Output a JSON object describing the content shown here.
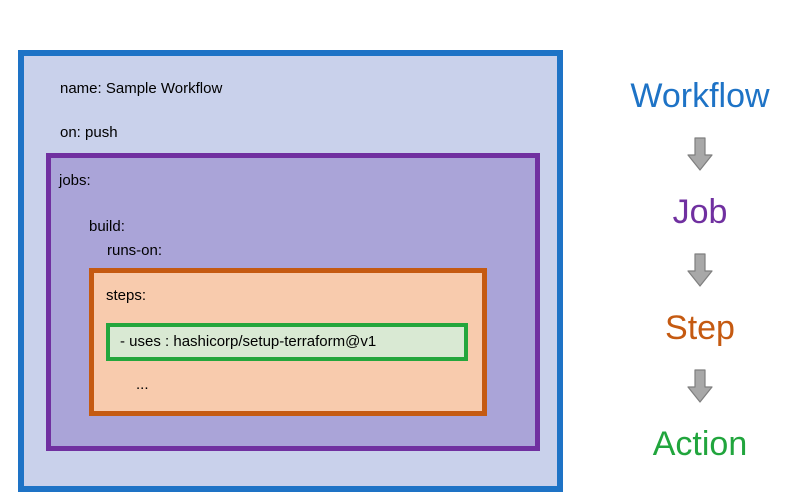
{
  "diagram": {
    "workflow_box": {
      "name_line": "name: Sample Workflow",
      "on_line": "on: push"
    },
    "jobs_box": {
      "jobs_label": "jobs:",
      "build_label": "build:",
      "runs_on_label": "runs-on:"
    },
    "steps_box": {
      "steps_label": "steps:",
      "uses_line": "- uses : hashicorp/setup-terraform@v1",
      "ellipsis": "..."
    },
    "colors": {
      "workflow_border": "#1e73c6",
      "workflow_fill": "#c9d1eb",
      "job_border": "#7030a0",
      "job_fill": "#aaa4d8",
      "step_border": "#c55a11",
      "step_fill": "#f8cbad",
      "action_border": "#24a63c",
      "action_fill": "#d9e9d3",
      "arrow_fill": "#a8a8a8"
    }
  },
  "legend": {
    "workflow": {
      "label": "Workflow",
      "color": "#1e73c6"
    },
    "job": {
      "label": "Job",
      "color": "#7030a0"
    },
    "step": {
      "label": "Step",
      "color": "#c55a11"
    },
    "action": {
      "label": "Action",
      "color": "#21a53d"
    }
  }
}
